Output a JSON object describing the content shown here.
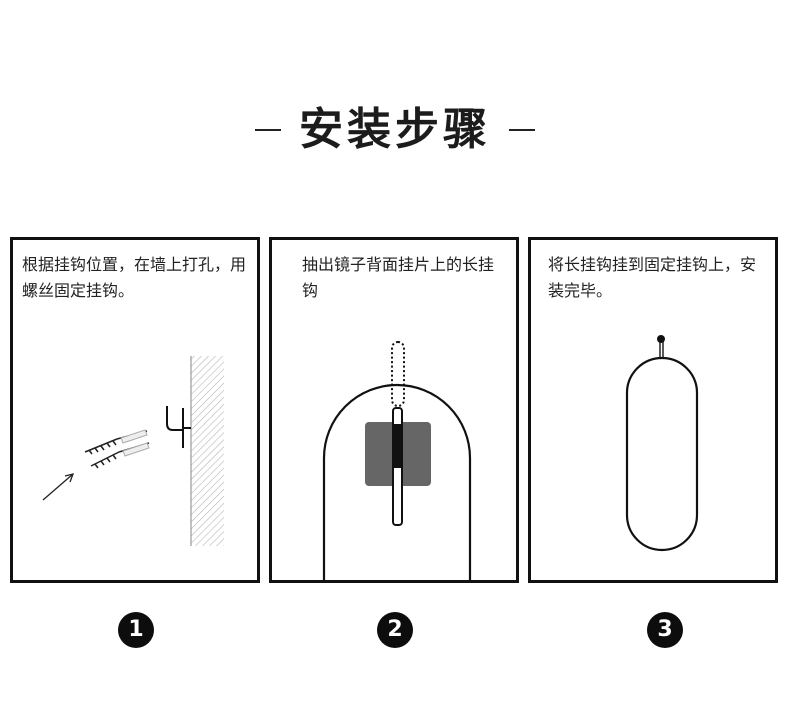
{
  "title": "安装步骤",
  "steps": [
    {
      "number": "1",
      "text": "根据挂钩位置，在墙上打孔，用螺丝固定挂钩。"
    },
    {
      "number": "2",
      "text": "抽出镜子背面挂片上的长挂钩"
    },
    {
      "number": "3",
      "text": "将长挂钩挂到固定挂钩上，安装完毕。"
    }
  ],
  "colors": {
    "line": "#111111",
    "plate": "#666666",
    "background": "#ffffff"
  }
}
